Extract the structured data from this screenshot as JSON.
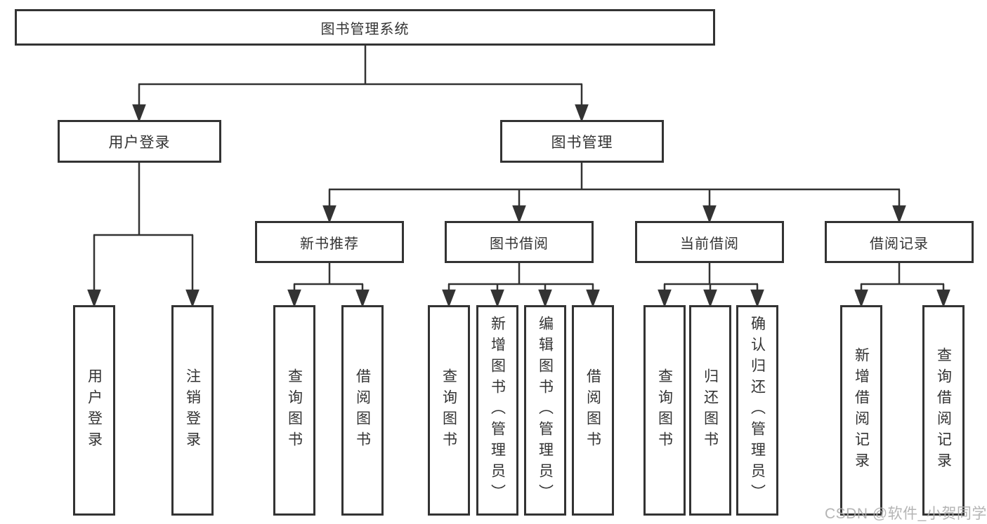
{
  "tree": {
    "root": "图书管理系统",
    "branches": [
      {
        "label": "用户登录",
        "leaves": [
          "用户登录",
          "注销登录"
        ]
      },
      {
        "label": "图书管理",
        "groups": [
          {
            "label": "新书推荐",
            "leaves": [
              "查询图书",
              "借阅图书"
            ]
          },
          {
            "label": "图书借阅",
            "leaves": [
              "查询图书",
              "新增图书（管理员）",
              "编辑图书（管理员）",
              "借阅图书"
            ]
          },
          {
            "label": "当前借阅",
            "leaves": [
              "查询图书",
              "归还图书",
              "确认归还（管理员）"
            ]
          },
          {
            "label": "借阅记录",
            "leaves": [
              "新增借阅记录",
              "查询借阅记录"
            ]
          }
        ]
      }
    ]
  },
  "watermark": "CSDN @软件_小贺同学",
  "colors": {
    "line": "#333333",
    "box_border": "#333333",
    "text": "#333333",
    "background": "#ffffff",
    "watermark": "#acacac"
  }
}
